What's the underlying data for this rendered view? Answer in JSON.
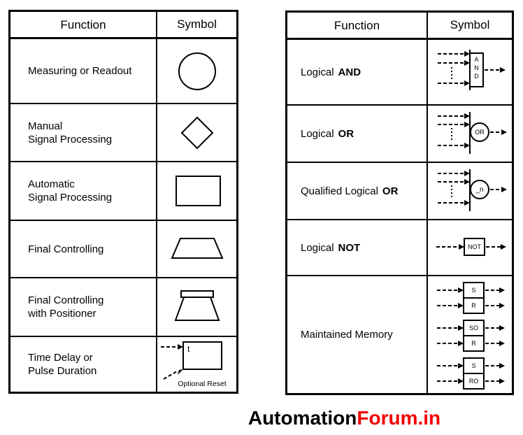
{
  "left_table": {
    "header": {
      "function": "Function",
      "symbol": "Symbol"
    },
    "rows": [
      {
        "line1": "Measuring or Readout",
        "line2": "",
        "symbol": "circle"
      },
      {
        "line1": "Manual",
        "line2": "Signal Processing",
        "symbol": "diamond"
      },
      {
        "line1": "Automatic",
        "line2": "Signal Processing",
        "symbol": "rectangle"
      },
      {
        "line1": "Final Controlling",
        "line2": "",
        "symbol": "trapezoid"
      },
      {
        "line1": "Final Controlling",
        "line2": "with Positioner",
        "symbol": "trapezoid-with-positioner"
      },
      {
        "line1": "Time Delay or",
        "line2": "Pulse Duration",
        "symbol": "time-delay-box"
      }
    ],
    "time_delay": {
      "label": "t",
      "note": "Optional Reset"
    }
  },
  "right_table": {
    "header": {
      "function": "Function",
      "symbol": "Symbol"
    },
    "rows": [
      {
        "prefix": "Logical",
        "bold": "AND"
      },
      {
        "prefix": "Logical",
        "bold": "OR"
      },
      {
        "prefix": "Qualified Logical",
        "bold": "OR"
      },
      {
        "prefix": "Logical",
        "bold": "NOT"
      },
      {
        "prefix": "Maintained Memory",
        "bold": ""
      }
    ],
    "symbols": {
      "and_letters": [
        "A",
        "N",
        "D"
      ],
      "or_label": "OR",
      "qualified_or_label": "_n",
      "not_label": "NOT",
      "memory_pairs": [
        [
          "S",
          "R"
        ],
        [
          "SO",
          "R"
        ],
        [
          "S",
          "RO"
        ]
      ]
    }
  },
  "footer": {
    "brand_black": "Automation",
    "brand_red": "Forum.in"
  },
  "colors": {
    "line": "#000000",
    "background": "#ffffff",
    "brand_red": "#f20000",
    "brand_black": "#000000"
  }
}
